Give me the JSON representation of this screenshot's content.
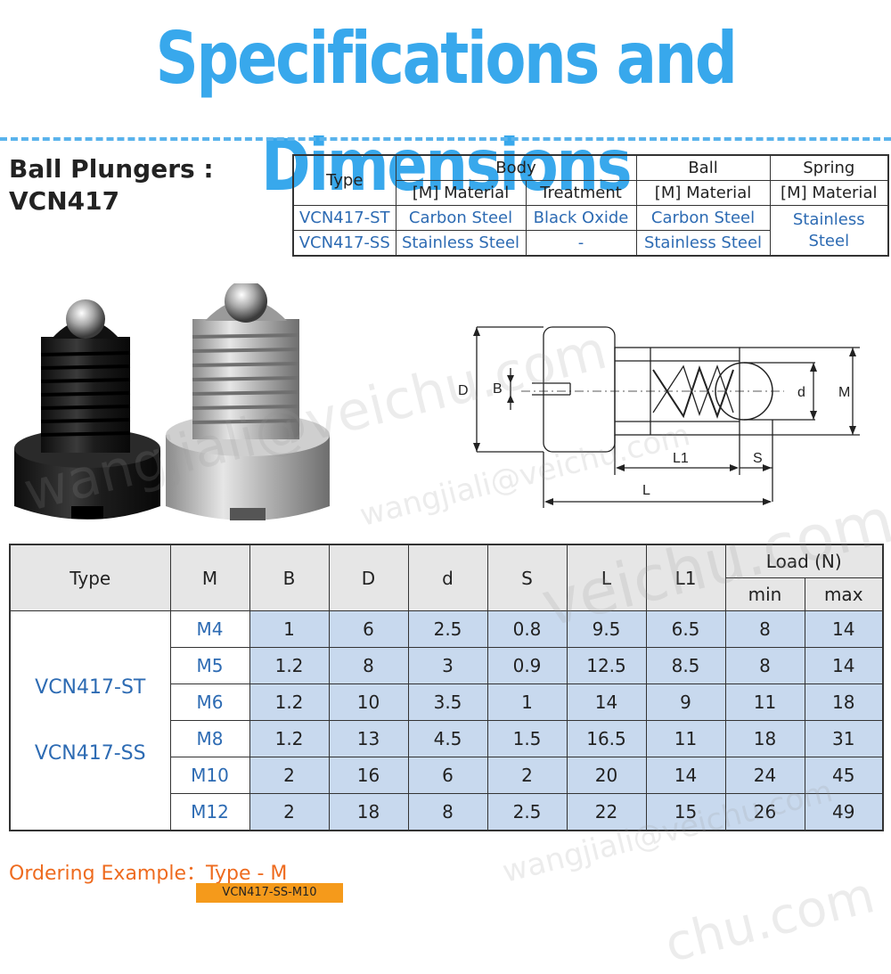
{
  "title": "Specifications and Dimensions",
  "product": {
    "line1": "Ball Plungers :",
    "line2": "VCN417"
  },
  "spec_table": {
    "type": "Type",
    "body": "Body",
    "ball": "Ball",
    "spring": "Spring",
    "material": "[M] Material",
    "treatment": "Treatment",
    "rows": [
      {
        "type": "VCN417-ST",
        "body_material": "Carbon Steel",
        "treatment": "Black Oxide",
        "ball_material": "Carbon Steel"
      },
      {
        "type": "VCN417-SS",
        "body_material": "Stainless Steel",
        "treatment": "-",
        "ball_material": "Stainless Steel"
      }
    ],
    "spring_material": "Stainless Steel"
  },
  "drawing_labels": {
    "D": "D",
    "B": "B",
    "d": "d",
    "M": "M",
    "L1": "L1",
    "S": "S",
    "L": "L"
  },
  "dim_table": {
    "headers": [
      "Type",
      "M",
      "B",
      "D",
      "d",
      "S",
      "L",
      "L1"
    ],
    "load": "Load (N)",
    "min": "min",
    "max": "max",
    "types": [
      "VCN417-ST",
      "VCN417-SS"
    ],
    "rows": [
      {
        "M": "M4",
        "B": "1",
        "D": "6",
        "d": "2.5",
        "S": "0.8",
        "L": "9.5",
        "L1": "6.5",
        "min": "8",
        "max": "14"
      },
      {
        "M": "M5",
        "B": "1.2",
        "D": "8",
        "d": "3",
        "S": "0.9",
        "L": "12.5",
        "L1": "8.5",
        "min": "8",
        "max": "14"
      },
      {
        "M": "M6",
        "B": "1.2",
        "D": "10",
        "d": "3.5",
        "S": "1",
        "L": "14",
        "L1": "9",
        "min": "11",
        "max": "18"
      },
      {
        "M": "M8",
        "B": "1.2",
        "D": "13",
        "d": "4.5",
        "S": "1.5",
        "L": "16.5",
        "L1": "11",
        "min": "18",
        "max": "31"
      },
      {
        "M": "M10",
        "B": "2",
        "D": "16",
        "d": "6",
        "S": "2",
        "L": "20",
        "L1": "14",
        "min": "24",
        "max": "45"
      },
      {
        "M": "M12",
        "B": "2",
        "D": "18",
        "d": "8",
        "S": "2.5",
        "L": "22",
        "L1": "15",
        "min": "26",
        "max": "49"
      }
    ]
  },
  "ordering": {
    "label": "Ordering Example：Type - M",
    "example": "VCN417-SS-M10"
  },
  "watermarks": [
    "wangjiali@veichu.com",
    "wangjiali@veichu.com",
    "wangjiali@veichu.com",
    "veichu.com",
    "chu.com"
  ],
  "colors": {
    "title": "#38a8ec",
    "accent_blue": "#2d6bb3",
    "cell_blue": "#c8d9ee",
    "orange": "#ee6b1f",
    "example_bg": "#f59a1b"
  }
}
